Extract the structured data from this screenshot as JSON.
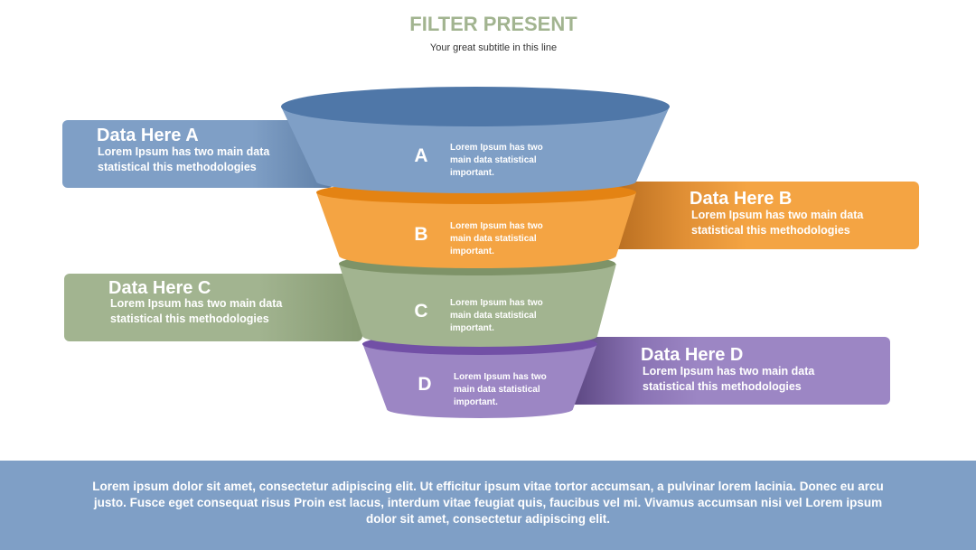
{
  "header": {
    "title": "FILTER PRESENT",
    "subtitle": "Your great subtitle in this line"
  },
  "cards": [
    {
      "heading": "Data Here A",
      "text": "Lorem Ipsum has two main data statistical this methodologies"
    },
    {
      "heading": "Data Here B",
      "text": "Lorem Ipsum has two main data statistical this methodologies"
    },
    {
      "heading": "Data Here C",
      "text": "Lorem Ipsum has two main data statistical this methodologies"
    },
    {
      "heading": "Data Here D",
      "text": "Lorem Ipsum has two main data statistical this methodologies"
    }
  ],
  "funnel": [
    {
      "letter": "A",
      "text": "Lorem Ipsum has two main data statistical important."
    },
    {
      "letter": "B",
      "text": "Lorem Ipsum has two main data statistical important."
    },
    {
      "letter": "C",
      "text": "Lorem Ipsum has two main data statistical important."
    },
    {
      "letter": "D",
      "text": "Lorem Ipsum has two main data statistical important."
    }
  ],
  "colors": {
    "blue": "#7f9fc6",
    "blue_top": "#4f77a8",
    "orange": "#f4a443",
    "orange_top": "#e48313",
    "green": "#a2b490",
    "green_top": "#7e9368",
    "purple": "#9c86c4",
    "purple_top": "#7250a6"
  },
  "footer": {
    "text": "Lorem ipsum dolor sit amet, consectetur adipiscing elit. Ut efficitur ipsum vitae tortor accumsan, a pulvinar lorem lacinia. Donec eu arcu justo. Fusce eget consequat risus Proin est lacus, interdum vitae feugiat quis, faucibus vel mi.  Vivamus accumsan nisi vel Lorem ipsum dolor sit amet, consectetur adipiscing elit."
  }
}
